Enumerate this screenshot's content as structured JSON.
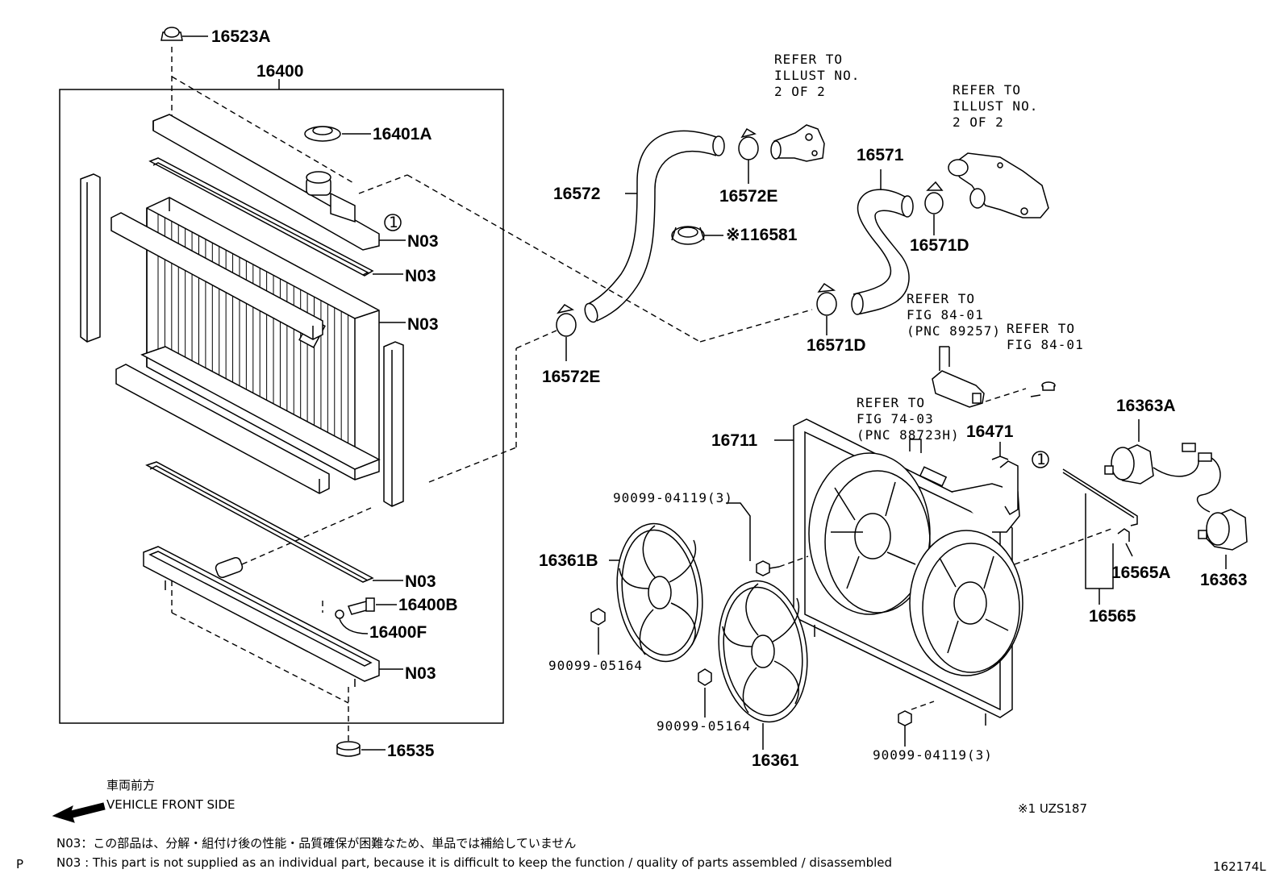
{
  "diagram": {
    "callouts": {
      "c16523A": "16523A",
      "c16400": "16400",
      "c16401A": "16401A",
      "n03_a": "N03",
      "n03_b": "N03",
      "n03_c": "N03",
      "n03_d": "N03",
      "n03_e": "N03",
      "c16400B": "16400B",
      "c16400F": "16400F",
      "c16535": "16535",
      "c16572": "16572",
      "c16572E_top": "16572E",
      "c16572E_bottom": "16572E",
      "c16581": "16581",
      "c16581_mark": "※1",
      "c16571": "16571",
      "c16571D_top": "16571D",
      "c16571D_bottom": "16571D",
      "c16711": "16711",
      "c16471": "16471",
      "c16363A": "16363A",
      "c16363": "16363",
      "c16565A": "16565A",
      "c16565": "16565",
      "c16361B": "16361B",
      "c16361": "16361",
      "c9009904119_top": "90099-04119(3)",
      "c9009904119_bottom": "90099-04119(3)",
      "c9009905164_left": "90099-05164",
      "c9009905164_mid": "90099-05164",
      "circle1": "1"
    },
    "refer_notes": {
      "illust_a": [
        "REFER TO",
        "ILLUST NO.",
        "2 OF 2"
      ],
      "illust_b": [
        "REFER TO",
        "ILLUST NO.",
        "2 OF 2"
      ],
      "fig84_pnc": [
        "REFER TO",
        "FIG 84-01",
        "(PNC 89257)"
      ],
      "fig84": [
        "REFER TO",
        "FIG 84-01"
      ],
      "fig74": [
        "REFER TO",
        "FIG 74-03",
        "(PNC 88723H)"
      ]
    },
    "direction": {
      "japanese": "車両前方",
      "english": "VEHICLE FRONT SIDE"
    },
    "footnote_mark": "※1 UZS187",
    "notes": {
      "jp": "N03：この部品は、分解・組付け後の性能・品質確保が困難なため、単品では補給していません",
      "en": "N03 : This part is not supplied as an individual part, because it is difficult to keep the function / quality of parts assembled / disassembled"
    },
    "page_marker": "P",
    "illustration_id": "162174L"
  }
}
